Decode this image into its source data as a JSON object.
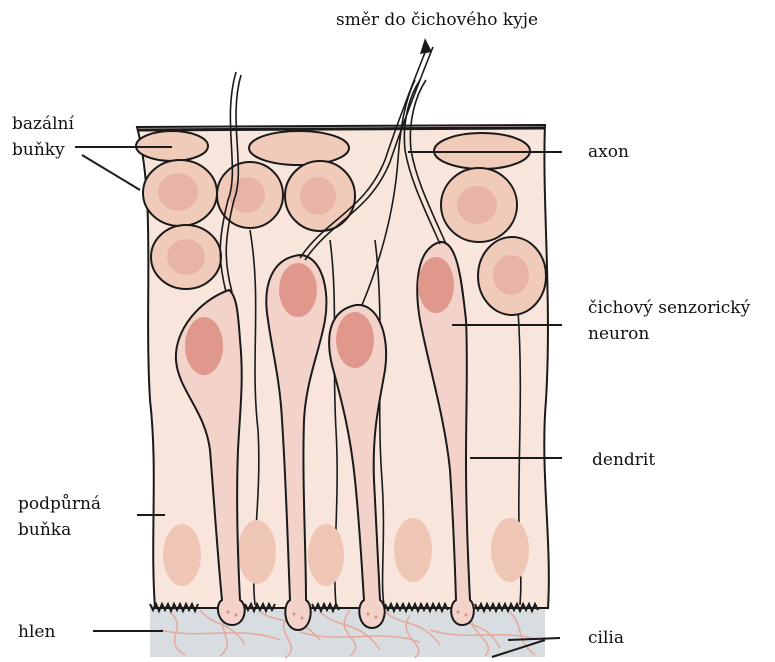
{
  "labels": {
    "top": "směr do čichového kyje",
    "basal_line1": "bazální",
    "basal_line2": "buňky",
    "axon": "axon",
    "neuron_line1": "čichový senzorický",
    "neuron_line2": "neuron",
    "dendrit": "dendrit",
    "support_line1": "podpůrná",
    "support_line2": "buňka",
    "hlen": "hlen",
    "cilia": "cilia"
  },
  "colors": {
    "tissue": "#f8e6dc",
    "cell_fill": "#f1cbb9",
    "nucleus": "#e4a99c",
    "nucleus_dark": "#d98f86",
    "neuron_fill": "#f3d3c9",
    "mucus": "#d7dde1",
    "cilia": "#e7a89a",
    "outline": "#1a1a1a"
  }
}
